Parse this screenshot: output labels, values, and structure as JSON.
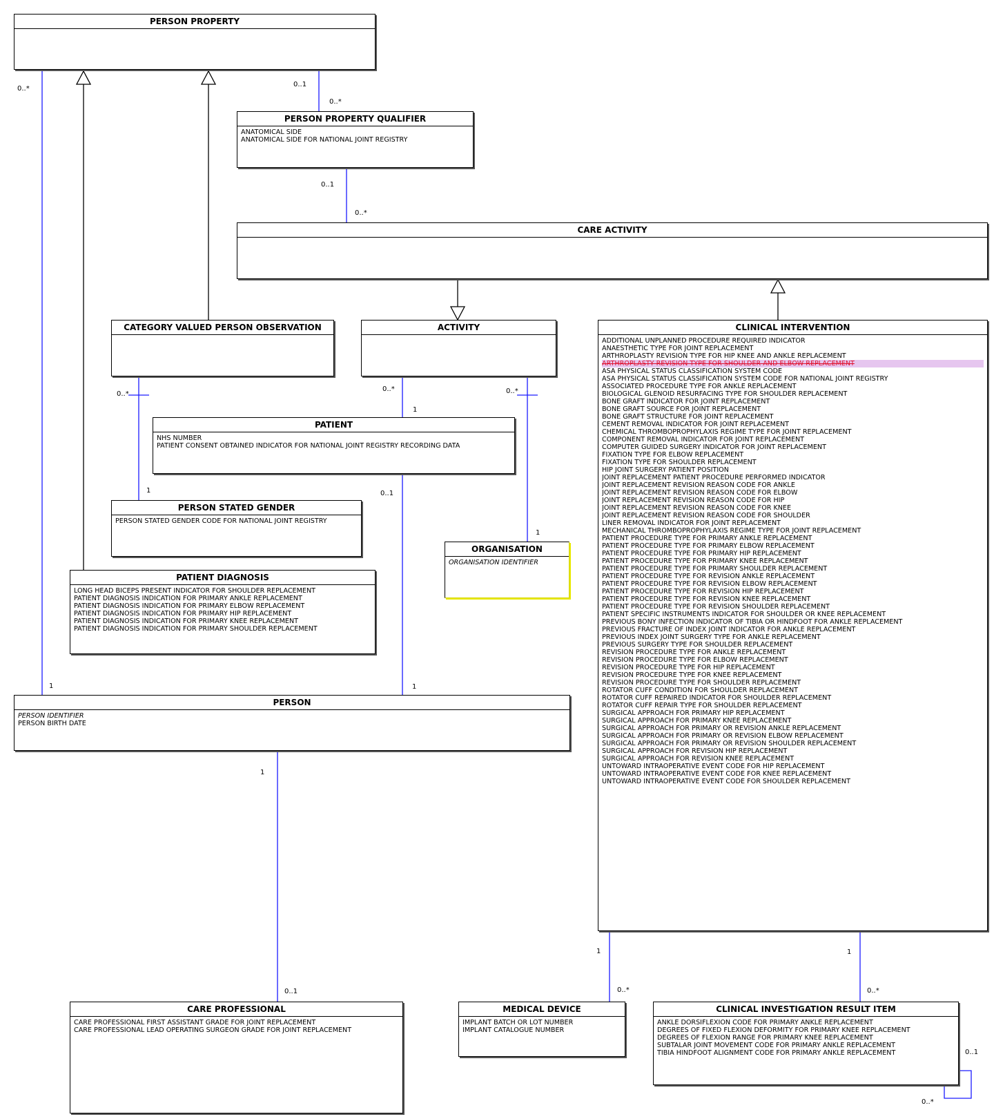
{
  "classes": {
    "person_property": {
      "title": "PERSON PROPERTY",
      "attributes": []
    },
    "person_property_qualifier": {
      "title": "PERSON PROPERTY QUALIFIER",
      "attributes": [
        {
          "text": "ANATOMICAL SIDE"
        },
        {
          "text": "ANATOMICAL SIDE FOR NATIONAL JOINT REGISTRY"
        }
      ]
    },
    "care_activity": {
      "title": "CARE ACTIVITY",
      "attributes": []
    },
    "category_valued_person_observation": {
      "title": "CATEGORY VALUED PERSON OBSERVATION",
      "attributes": []
    },
    "activity": {
      "title": "ACTIVITY",
      "attributes": []
    },
    "clinical_intervention": {
      "title": "CLINICAL INTERVENTION",
      "attributes": [
        {
          "text": "ADDITIONAL UNPLANNED PROCEDURE REQUIRED INDICATOR"
        },
        {
          "text": "ANAESTHETIC TYPE FOR JOINT REPLACEMENT"
        },
        {
          "text": "ARTHROPLASTY REVISION TYPE FOR HIP KNEE AND ANKLE REPLACEMENT"
        },
        {
          "text": "ARTHROPLASTY REVISION TYPE FOR SHOULDER AND ELBOW REPLACEMENT",
          "struck": true
        },
        {
          "text": "ASA PHYSICAL STATUS CLASSIFICATION SYSTEM CODE"
        },
        {
          "text": "ASA PHYSICAL STATUS CLASSIFICATION SYSTEM CODE FOR NATIONAL JOINT REGISTRY"
        },
        {
          "text": "ASSOCIATED PROCEDURE TYPE FOR ANKLE REPLACEMENT"
        },
        {
          "text": "BIOLOGICAL GLENOID RESURFACING TYPE FOR SHOULDER REPLACEMENT"
        },
        {
          "text": "BONE GRAFT INDICATOR FOR JOINT REPLACEMENT"
        },
        {
          "text": "BONE GRAFT SOURCE FOR JOINT REPLACEMENT"
        },
        {
          "text": "BONE GRAFT STRUCTURE FOR JOINT REPLACEMENT"
        },
        {
          "text": "CEMENT REMOVAL INDICATOR FOR JOINT REPLACEMENT"
        },
        {
          "text": "CHEMICAL THROMBOPROPHYLAXIS REGIME TYPE FOR JOINT REPLACEMENT"
        },
        {
          "text": "COMPONENT REMOVAL INDICATOR FOR JOINT REPLACEMENT"
        },
        {
          "text": "COMPUTER GUIDED SURGERY INDICATOR FOR JOINT REPLACEMENT"
        },
        {
          "text": "FIXATION TYPE FOR ELBOW REPLACEMENT"
        },
        {
          "text": "FIXATION TYPE FOR SHOULDER REPLACEMENT"
        },
        {
          "text": "HIP JOINT SURGERY PATIENT POSITION"
        },
        {
          "text": "JOINT REPLACEMENT PATIENT PROCEDURE PERFORMED INDICATOR"
        },
        {
          "text": "JOINT REPLACEMENT REVISION REASON CODE FOR ANKLE"
        },
        {
          "text": "JOINT REPLACEMENT REVISION REASON CODE FOR ELBOW"
        },
        {
          "text": "JOINT REPLACEMENT REVISION REASON CODE FOR HIP"
        },
        {
          "text": "JOINT REPLACEMENT REVISION REASON CODE FOR KNEE"
        },
        {
          "text": "JOINT REPLACEMENT REVISION REASON CODE FOR SHOULDER"
        },
        {
          "text": "LINER REMOVAL INDICATOR FOR JOINT REPLACEMENT"
        },
        {
          "text": "MECHANICAL THROMBOPROPHYLAXIS REGIME TYPE FOR JOINT REPLACEMENT"
        },
        {
          "text": "PATIENT PROCEDURE TYPE FOR PRIMARY ANKLE REPLACEMENT"
        },
        {
          "text": "PATIENT PROCEDURE TYPE FOR PRIMARY ELBOW REPLACEMENT"
        },
        {
          "text": "PATIENT PROCEDURE TYPE FOR PRIMARY HIP REPLACEMENT"
        },
        {
          "text": "PATIENT PROCEDURE TYPE FOR PRIMARY KNEE REPLACEMENT"
        },
        {
          "text": "PATIENT PROCEDURE TYPE FOR PRIMARY SHOULDER REPLACEMENT"
        },
        {
          "text": "PATIENT PROCEDURE TYPE FOR REVISION ANKLE REPLACEMENT"
        },
        {
          "text": "PATIENT PROCEDURE TYPE FOR REVISION ELBOW REPLACEMENT"
        },
        {
          "text": "PATIENT PROCEDURE TYPE FOR REVISION HIP REPLACEMENT"
        },
        {
          "text": "PATIENT PROCEDURE TYPE FOR REVISION KNEE REPLACEMENT"
        },
        {
          "text": "PATIENT PROCEDURE TYPE FOR REVISION SHOULDER REPLACEMENT"
        },
        {
          "text": "PATIENT SPECIFIC INSTRUMENTS INDICATOR FOR SHOULDER OR KNEE REPLACEMENT"
        },
        {
          "text": "PREVIOUS BONY INFECTION INDICATOR OF TIBIA OR HINDFOOT FOR ANKLE REPLACEMENT"
        },
        {
          "text": "PREVIOUS FRACTURE OF INDEX JOINT INDICATOR FOR ANKLE REPLACEMENT"
        },
        {
          "text": "PREVIOUS INDEX JOINT SURGERY TYPE FOR ANKLE REPLACEMENT"
        },
        {
          "text": "PREVIOUS SURGERY TYPE FOR SHOULDER REPLACEMENT"
        },
        {
          "text": "REVISION PROCEDURE TYPE FOR ANKLE REPLACEMENT"
        },
        {
          "text": "REVISION PROCEDURE TYPE FOR ELBOW REPLACEMENT"
        },
        {
          "text": "REVISION PROCEDURE TYPE FOR HIP REPLACEMENT"
        },
        {
          "text": "REVISION PROCEDURE TYPE FOR KNEE REPLACEMENT"
        },
        {
          "text": "REVISION PROCEDURE TYPE FOR SHOULDER REPLACEMENT"
        },
        {
          "text": "ROTATOR CUFF CONDITION FOR SHOULDER REPLACEMENT"
        },
        {
          "text": "ROTATOR CUFF REPAIRED INDICATOR FOR SHOULDER REPLACEMENT"
        },
        {
          "text": "ROTATOR CUFF REPAIR TYPE FOR SHOULDER REPLACEMENT"
        },
        {
          "text": "SURGICAL APPROACH FOR PRIMARY HIP REPLACEMENT"
        },
        {
          "text": "SURGICAL APPROACH FOR PRIMARY KNEE REPLACEMENT"
        },
        {
          "text": "SURGICAL APPROACH FOR PRIMARY OR REVISION ANKLE REPLACEMENT"
        },
        {
          "text": "SURGICAL APPROACH FOR PRIMARY OR REVISION ELBOW REPLACEMENT"
        },
        {
          "text": "SURGICAL APPROACH FOR PRIMARY OR REVISION SHOULDER REPLACEMENT"
        },
        {
          "text": "SURGICAL APPROACH FOR REVISION HIP REPLACEMENT"
        },
        {
          "text": "SURGICAL APPROACH FOR REVISION KNEE REPLACEMENT"
        },
        {
          "text": "UNTOWARD INTRAOPERATIVE EVENT CODE FOR HIP REPLACEMENT"
        },
        {
          "text": "UNTOWARD INTRAOPERATIVE EVENT CODE FOR KNEE REPLACEMENT"
        },
        {
          "text": "UNTOWARD INTRAOPERATIVE EVENT CODE FOR SHOULDER REPLACEMENT"
        }
      ]
    },
    "patient": {
      "title": "PATIENT",
      "attributes": [
        {
          "text": "NHS NUMBER"
        },
        {
          "text": "PATIENT CONSENT OBTAINED INDICATOR FOR NATIONAL JOINT REGISTRY RECORDING DATA"
        }
      ]
    },
    "person_stated_gender": {
      "title": "PERSON STATED GENDER",
      "attributes": [
        {
          "text": "PERSON STATED GENDER CODE FOR NATIONAL JOINT REGISTRY"
        }
      ]
    },
    "organisation": {
      "title": "ORGANISATION",
      "attributes": [
        {
          "text": "ORGANISATION IDENTIFIER",
          "identifier": true
        }
      ]
    },
    "patient_diagnosis": {
      "title": "PATIENT DIAGNOSIS",
      "attributes": [
        {
          "text": "LONG HEAD BICEPS PRESENT INDICATOR FOR SHOULDER REPLACEMENT"
        },
        {
          "text": "PATIENT DIAGNOSIS INDICATION FOR PRIMARY ANKLE REPLACEMENT"
        },
        {
          "text": "PATIENT DIAGNOSIS INDICATION FOR PRIMARY ELBOW REPLACEMENT"
        },
        {
          "text": "PATIENT DIAGNOSIS INDICATION FOR PRIMARY HIP REPLACEMENT"
        },
        {
          "text": "PATIENT DIAGNOSIS INDICATION FOR PRIMARY KNEE REPLACEMENT"
        },
        {
          "text": "PATIENT DIAGNOSIS INDICATION FOR PRIMARY SHOULDER REPLACEMENT"
        }
      ]
    },
    "person": {
      "title": "PERSON",
      "attributes": [
        {
          "text": "PERSON IDENTIFIER",
          "identifier": true
        },
        {
          "text": "PERSON BIRTH DATE"
        }
      ]
    },
    "care_professional": {
      "title": "CARE PROFESSIONAL",
      "attributes": [
        {
          "text": "CARE PROFESSIONAL FIRST ASSISTANT GRADE FOR JOINT REPLACEMENT"
        },
        {
          "text": "CARE PROFESSIONAL LEAD OPERATING SURGEON GRADE FOR JOINT REPLACEMENT"
        }
      ]
    },
    "medical_device": {
      "title": "MEDICAL DEVICE",
      "attributes": [
        {
          "text": "IMPLANT BATCH OR LOT NUMBER"
        },
        {
          "text": "IMPLANT CATALOGUE NUMBER"
        }
      ]
    },
    "clinical_investigation_result_item": {
      "title": "CLINICAL INVESTIGATION RESULT ITEM",
      "attributes": [
        {
          "text": "ANKLE DORSIFLEXION CODE FOR PRIMARY ANKLE REPLACEMENT"
        },
        {
          "text": "DEGREES OF FIXED FLEXION DEFORMITY FOR PRIMARY KNEE REPLACEMENT"
        },
        {
          "text": "DEGREES OF FLEXION RANGE FOR PRIMARY KNEE REPLACEMENT"
        },
        {
          "text": "SUBTALAR JOINT MOVEMENT CODE FOR PRIMARY ANKLE REPLACEMENT"
        },
        {
          "text": "TIBIA HINDFOOT ALIGNMENT CODE FOR PRIMARY ANKLE REPLACEMENT"
        }
      ]
    }
  },
  "multiplicities": {
    "pp_person_top": "0..*",
    "pp_person_bottom": "1",
    "pp_qual_top": "0..1",
    "pp_qual_bottom": "0..*",
    "qual_care_top": "0..1",
    "qual_care_bottom": "0..*",
    "cvpo_gender_top": "0..*",
    "cvpo_gender_bottom": "1",
    "act_patient_top": "0..*",
    "act_patient_bottom": "1",
    "act_org_top": "0..*",
    "act_org_bottom": "1",
    "patient_person_top": "0..1",
    "patient_person_bottom": "1",
    "person_cp_top": "1",
    "person_cp_bottom": "0..1",
    "ci_md_top": "1",
    "ci_md_bottom": "0..*",
    "ci_cir_top": "1",
    "ci_cir_bottom": "0..*",
    "cir_self_top": "0..1",
    "cir_self_bottom": "0..*"
  },
  "colors": {
    "association_line": "#1a1aff",
    "generalization_line": "#000000",
    "strikethrough_text": "#e0112e",
    "strikethrough_background": "#e6c6ef",
    "organisation_highlight": "#e8e800"
  }
}
